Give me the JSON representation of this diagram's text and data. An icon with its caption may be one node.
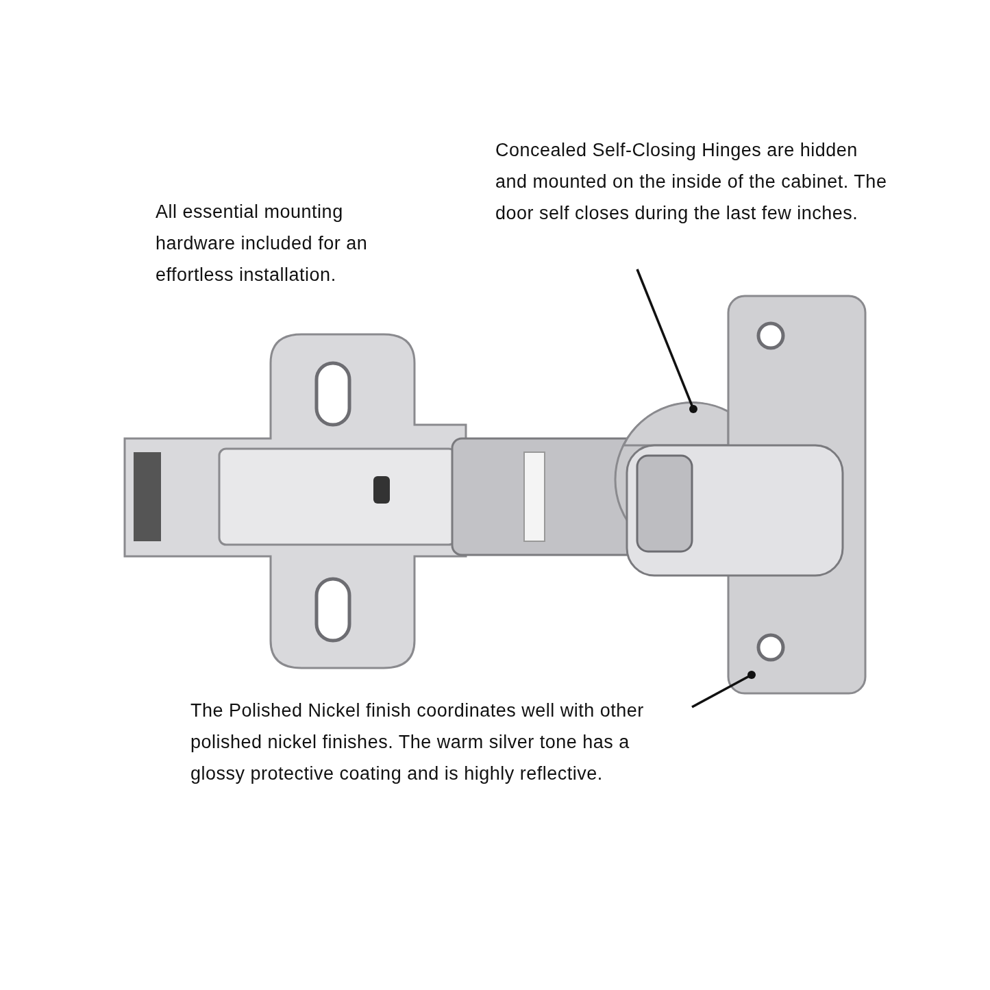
{
  "diagram": {
    "nodes": [
      {
        "text": [
          "Concealed Self-Closing Hinges are hidden and mounted on the inside of the cabinet. The door self closes during the last few inches."
        ]
      },
      {
        "text": [],
        "shape": "circle"
      },
      {
        "text": [
          "The Polished Nickel finish coordinates well with other polished nickel finishes. The warm silver tone has a glossy protective coating and is highly reflective."
        ]
      },
      {
        "text": [],
        "shape": "box"
      }
    ],
    "edges": [
      {
        "from": 0,
        "to": 1,
        "arrow": "other"
      },
      {
        "from": 2,
        "to": 3,
        "arrow": "other"
      }
    ],
    "labels": [
      "All essential mounting hardware included for an effortless installation."
    ]
  }
}
